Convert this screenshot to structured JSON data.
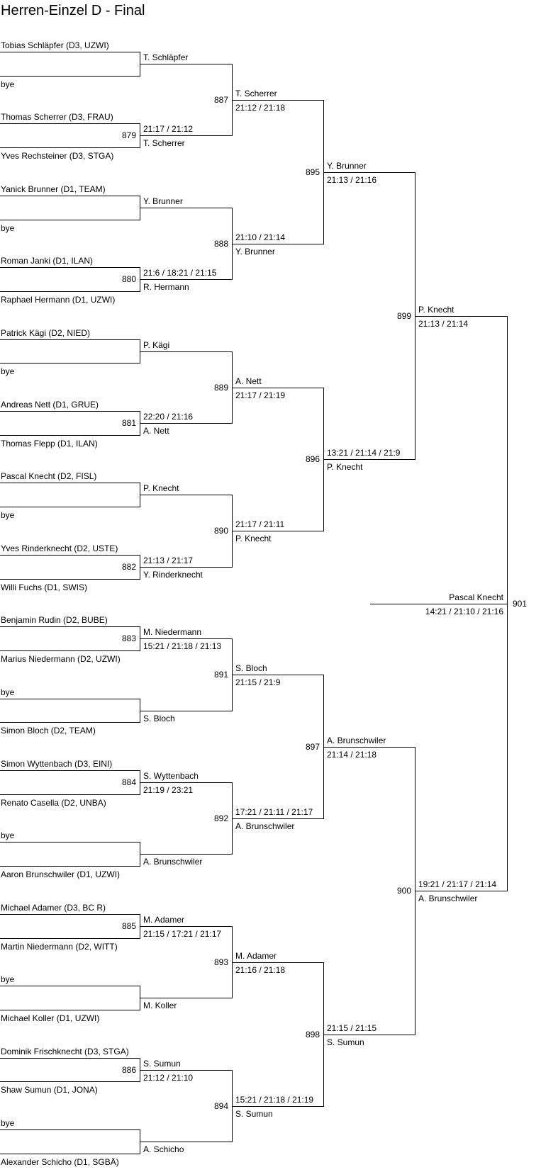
{
  "title": "Herren-Einzel D - Final",
  "round1": [
    {
      "top": "Tobias Schläpfer (D3, UZWI)",
      "bottom": "bye",
      "num": "",
      "above": "T. Schläpfer",
      "below": ""
    },
    {
      "top": "Thomas Scherrer (D3, FRAU)",
      "bottom": "Yves Rechsteiner (D3, STGA)",
      "num": "879",
      "above": "21:17 / 21:12",
      "below": "T. Scherrer"
    },
    {
      "top": "Yanick Brunner (D1, TEAM)",
      "bottom": "bye",
      "num": "",
      "above": "Y. Brunner",
      "below": ""
    },
    {
      "top": "Roman Janki (D1, ILAN)",
      "bottom": "Raphael Hermann (D1, UZWI)",
      "num": "880",
      "above": "21:6 / 18:21 / 21:15",
      "below": "R. Hermann"
    },
    {
      "top": "Patrick Kägi (D2, NIED)",
      "bottom": "bye",
      "num": "",
      "above": "P. Kägi",
      "below": ""
    },
    {
      "top": "Andreas Nett (D1, GRUE)",
      "bottom": "Thomas Flepp (D1, ILAN)",
      "num": "881",
      "above": "22:20 / 21:16",
      "below": "A. Nett"
    },
    {
      "top": "Pascal Knecht (D2, FISL)",
      "bottom": "bye",
      "num": "",
      "above": "P. Knecht",
      "below": ""
    },
    {
      "top": "Yves Rinderknecht (D2, USTE)",
      "bottom": "Willi Fuchs (D1, SWIS)",
      "num": "882",
      "above": "21:13 / 21:17",
      "below": "Y. Rinderknecht"
    },
    {
      "top": "Benjamin Rudin (D2, BUBE)",
      "bottom": "Marius Niedermann (D2, UZWI)",
      "num": "883",
      "above": "M. Niedermann",
      "below": "15:21 / 21:18 / 21:13"
    },
    {
      "top": "bye",
      "bottom": "Simon Bloch (D2, TEAM)",
      "num": "",
      "above": "",
      "below": "S. Bloch"
    },
    {
      "top": "Simon Wyttenbach (D3, EINI)",
      "bottom": "Renato Casella (D2, UNBA)",
      "num": "884",
      "above": "S. Wyttenbach",
      "below": "21:19 / 23:21"
    },
    {
      "top": "bye",
      "bottom": "Aaron Brunschwiler (D1, UZWI)",
      "num": "",
      "above": "",
      "below": "A. Brunschwiler"
    },
    {
      "top": "Michael Adamer (D3, BC R)",
      "bottom": "Martin Niedermann (D2, WITT)",
      "num": "885",
      "above": "M. Adamer",
      "below": "21:15 / 17:21 / 21:17"
    },
    {
      "top": "bye",
      "bottom": "Michael Koller (D1, UZWI)",
      "num": "",
      "above": "",
      "below": "M. Koller"
    },
    {
      "top": "Dominik Frischknecht (D3, STGA)",
      "bottom": "Shaw Sumun (D1, JONA)",
      "num": "886",
      "above": "S. Sumun",
      "below": "21:12 / 21:10"
    },
    {
      "top": "bye",
      "bottom": "Alexander Schicho (D1, SGBÄ)",
      "num": "",
      "above": "",
      "below": "A. Schicho"
    }
  ],
  "rounds": [
    [
      {
        "num": "887",
        "above": "T. Scherrer",
        "below": "21:12 / 21:18"
      },
      {
        "num": "888",
        "above": "21:10 / 21:14",
        "below": "Y. Brunner"
      },
      {
        "num": "889",
        "above": "A. Nett",
        "below": "21:17 / 21:19"
      },
      {
        "num": "890",
        "above": "21:17 / 21:11",
        "below": "P. Knecht"
      },
      {
        "num": "891",
        "above": "S. Bloch",
        "below": "21:15 / 21:9"
      },
      {
        "num": "892",
        "above": "17:21 / 21:11 / 21:17",
        "below": "A. Brunschwiler"
      },
      {
        "num": "893",
        "above": "M. Adamer",
        "below": "21:16 / 21:18"
      },
      {
        "num": "894",
        "above": "15:21 / 21:18 / 21:19",
        "below": "S. Sumun"
      }
    ],
    [
      {
        "num": "895",
        "above": "Y. Brunner",
        "below": "21:13 / 21:16"
      },
      {
        "num": "896",
        "above": "13:21 / 21:14 / 21:9",
        "below": "P. Knecht"
      },
      {
        "num": "897",
        "above": "A. Brunschwiler",
        "below": "21:14 / 21:18"
      },
      {
        "num": "898",
        "above": "21:15 / 21:15",
        "below": "S. Sumun"
      }
    ],
    [
      {
        "num": "899",
        "above": "P. Knecht",
        "below": "21:13 / 21:14"
      },
      {
        "num": "900",
        "above": "19:21 / 21:17 / 21:14",
        "below": "A. Brunschwiler"
      }
    ]
  ],
  "final": {
    "num": "901",
    "winner": "Pascal Knecht",
    "score": "14:21 / 21:10 / 21:16"
  }
}
